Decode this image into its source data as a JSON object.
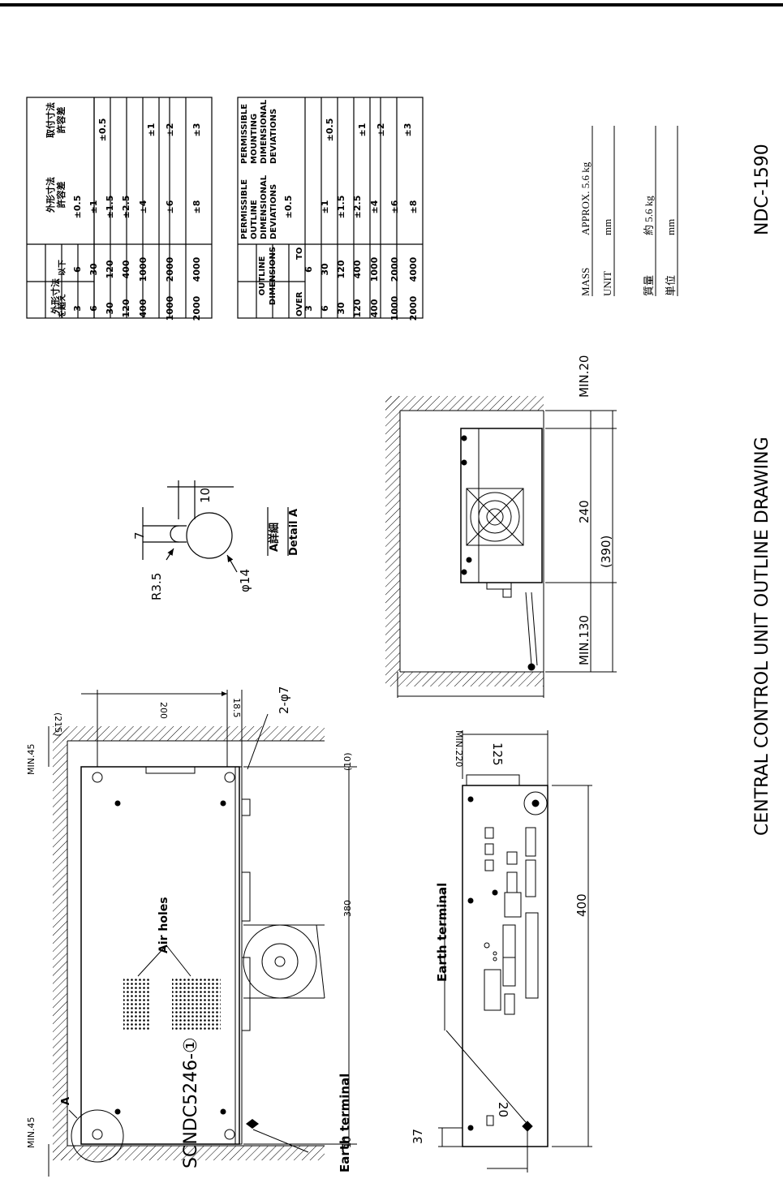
{
  "header": {
    "rule": true
  },
  "titles": {
    "drawing_title": "CENTRAL CONTROL UNIT OUTLINE DRAWING",
    "model": "NDC-1590",
    "drawing_no": "SCNDC5246-①"
  },
  "mass_block": {
    "mass_en_label": "MASS",
    "mass_en_value": "APPROX.  5.6 kg",
    "unit_en_label": "UNIT",
    "unit_en_value": "mm",
    "mass_jp_label": "質量",
    "mass_jp_value": "約 5.6 kg",
    "unit_jp_label": "単位",
    "unit_jp_value": "mm"
  },
  "tolerance_jp": {
    "col_outline": "外形寸法",
    "col_over": "を超え",
    "col_to": "以下",
    "col_outline_dev_1": "外形寸法",
    "col_outline_dev_2": "許容差",
    "col_mount_dev_1": "取付寸法",
    "col_mount_dev_2": "許容差",
    "rows": [
      {
        "over": "3",
        "to": "6",
        "dev": "±0.5"
      },
      {
        "over": "6",
        "to": "30",
        "dev": "±1"
      },
      {
        "over": "30",
        "to": "120",
        "dev": "±1.5"
      },
      {
        "over": "120",
        "to": "400",
        "dev": "±2.5"
      },
      {
        "over": "400",
        "to": "1000",
        "dev": "±4"
      },
      {
        "over": "1000",
        "to": "2000",
        "dev": "±6"
      },
      {
        "over": "2000",
        "to": "4000",
        "dev": "±8"
      }
    ],
    "mount": [
      {
        "dev": "±0.5"
      },
      {
        "dev": "±1"
      },
      {
        "dev": "±2"
      },
      {
        "dev": "±3"
      }
    ]
  },
  "tolerance_en": {
    "col_outline_1": "OUTLINE",
    "col_outline_2": "DIMENSIONS",
    "col_over": "OVER",
    "col_to": "TO",
    "col_outline_dev_1": "PERMISSIBLE",
    "col_outline_dev_2": "OUTLINE",
    "col_outline_dev_3": "DIMENSIONAL",
    "col_outline_dev_4": "DEVIATIONS",
    "col_mount_dev_1": "PERMISSIBLE",
    "col_mount_dev_2": "MOUNTING",
    "col_mount_dev_3": "DIMENSIONAL",
    "col_mount_dev_4": "DEVIATIONS",
    "rows": [
      {
        "over": "3",
        "to": "6",
        "dev": "±0.5"
      },
      {
        "over": "6",
        "to": "30",
        "dev": "±1"
      },
      {
        "over": "30",
        "to": "120",
        "dev": "±1.5"
      },
      {
        "over": "120",
        "to": "400",
        "dev": "±2.5"
      },
      {
        "over": "400",
        "to": "1000",
        "dev": "±4"
      },
      {
        "over": "1000",
        "to": "2000",
        "dev": "±6"
      },
      {
        "over": "2000",
        "to": "4000",
        "dev": "±8"
      }
    ],
    "mount": [
      {
        "dev": "±0.5"
      },
      {
        "dev": "±1"
      },
      {
        "dev": "±2"
      },
      {
        "dev": "±3"
      }
    ]
  },
  "detail_a": {
    "r": "R3.5",
    "d7": "7",
    "d10": "10",
    "phi": "φ14",
    "label_jp": "A詳細",
    "label_en": "Detail A"
  },
  "top_view": {
    "min45_a": "MIN.45",
    "min45_b": "MIN.45",
    "d215": "(215)",
    "d200": "200",
    "d18": "18.5",
    "holes": "2-φ7",
    "d10a": "(10)",
    "d380": "380",
    "d10b": "10",
    "air_holes": "Air holes",
    "earth": "Earth terminal",
    "marker_a": "A"
  },
  "front_view": {
    "earth": "Earth terminal",
    "d125": "125",
    "d400": "400",
    "d37": "37",
    "d20": "20"
  },
  "side_view": {
    "min20": "MIN.20",
    "d240": "240",
    "d390": "(390)",
    "min130": "MIN.130",
    "min220": "MIN.220"
  }
}
